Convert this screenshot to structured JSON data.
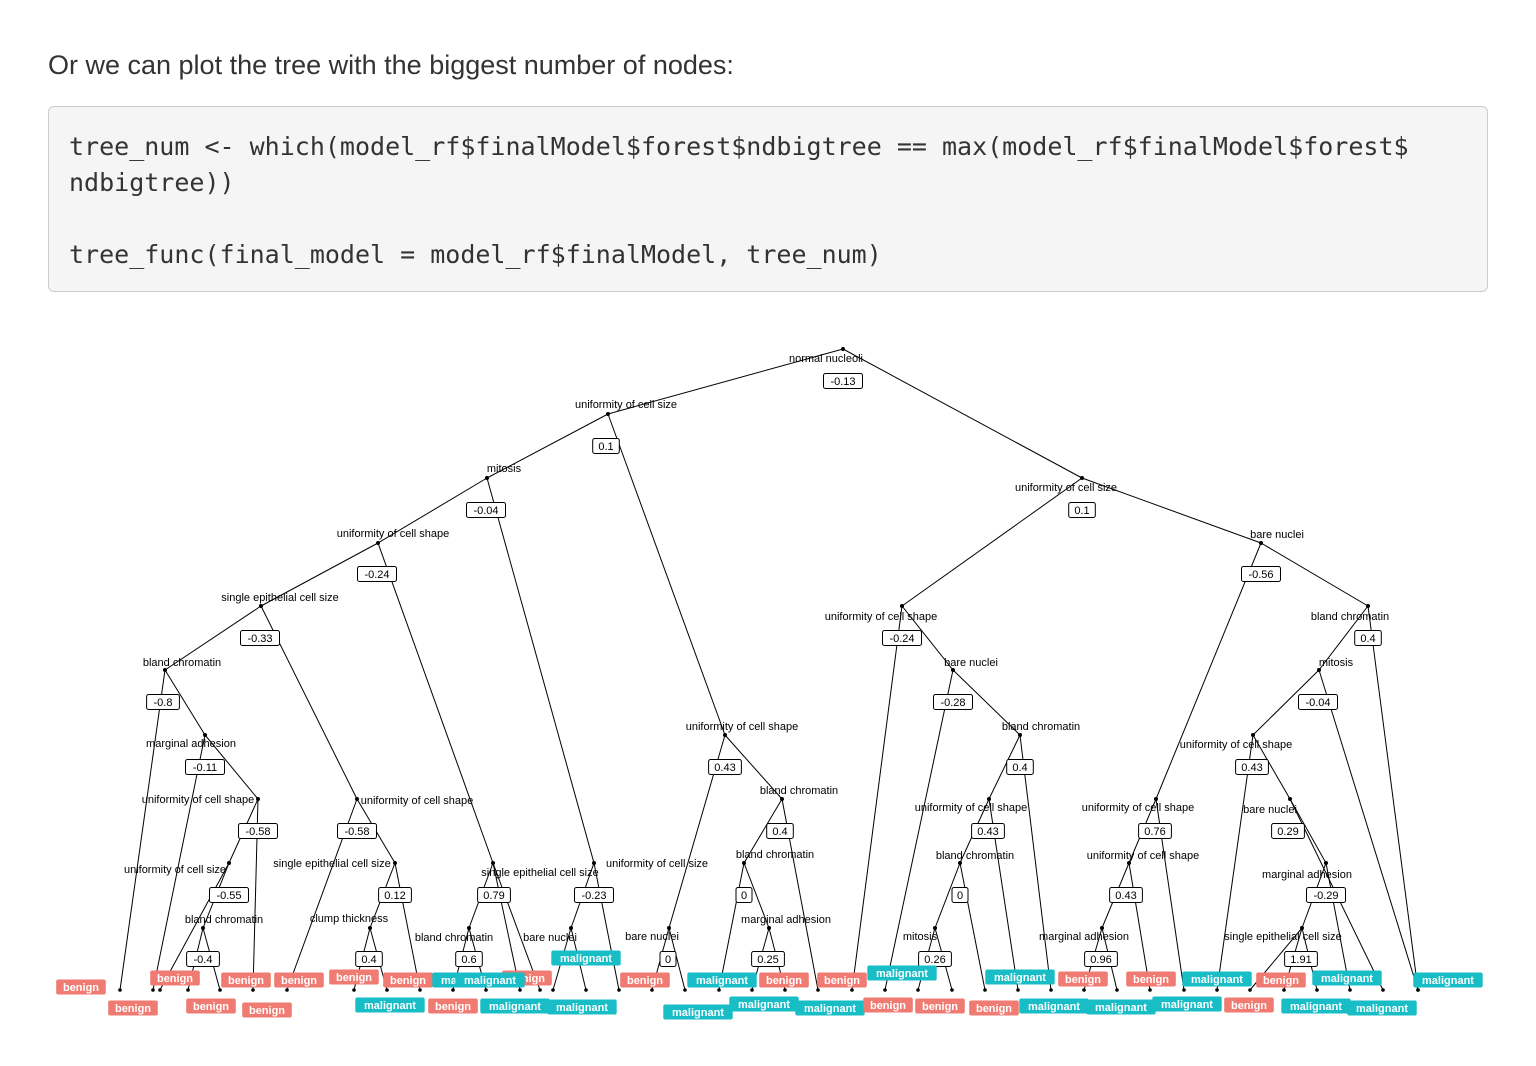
{
  "intro_text": "Or we can plot the tree with the biggest number of nodes:",
  "code": {
    "lines": [
      "tree_num <- which(model_rf$finalModel$forest$ndbigtree == max(model_rf$finalModel$forest$",
      "ndbigtree))",
      "tree_func(final_model = model_rf$finalModel, tree_num)"
    ]
  },
  "colors": {
    "benign": "#f07b73",
    "malignant": "#18bdc6"
  },
  "tree": {
    "split_nodes": [
      {
        "id": "n1",
        "feature": "normal nucleoli",
        "threshold": "-0.13",
        "parent": null
      },
      {
        "id": "n2",
        "feature": "uniformity of cell size",
        "threshold": "0.1",
        "parent": "n1"
      },
      {
        "id": "n3",
        "feature": "uniformity of cell size",
        "threshold": "0.1",
        "parent": "n1"
      },
      {
        "id": "n4",
        "feature": "mitosis",
        "threshold": "-0.04",
        "parent": "n2"
      },
      {
        "id": "n5",
        "feature": "uniformity of cell shape",
        "threshold": "0.43",
        "parent": "n2"
      },
      {
        "id": "n6",
        "feature": "uniformity of cell shape",
        "threshold": "-0.24",
        "parent": "n3"
      },
      {
        "id": "n7",
        "feature": "bare nuclei",
        "threshold": "-0.56",
        "parent": "n3"
      },
      {
        "id": "n8",
        "feature": "uniformity of cell shape",
        "threshold": "-0.24",
        "parent": "n4"
      },
      {
        "id": "n9",
        "feature": "uniformity of cell size",
        "threshold": "-0.23",
        "parent": "n4"
      },
      {
        "id": "n10",
        "feature": "single epithelial cell size",
        "threshold": "-0.33",
        "parent": "n8"
      },
      {
        "id": "n11",
        "feature": "single epithelial cell size",
        "threshold": "0.79",
        "parent": "n8"
      },
      {
        "id": "n12",
        "feature": "bland chromatin",
        "threshold": "-0.8",
        "parent": "n10"
      },
      {
        "id": "n13",
        "feature": "uniformity of cell shape",
        "threshold": "-0.58",
        "parent": "n10"
      },
      {
        "id": "n14",
        "feature": "marginal adhesion",
        "threshold": "-0.11",
        "parent": "n12"
      },
      {
        "id": "n15",
        "feature": "uniformity of cell shape",
        "threshold": "-0.58",
        "parent": "n14"
      },
      {
        "id": "n16",
        "feature": "uniformity of cell size",
        "threshold": "-0.55",
        "parent": "n15"
      },
      {
        "id": "n17",
        "feature": "bland chromatin",
        "threshold": "-0.4",
        "parent": "n16"
      },
      {
        "id": "n18",
        "feature": "single epithelial cell size",
        "threshold": "0.12",
        "parent": "n13"
      },
      {
        "id": "n19",
        "feature": "clump thickness",
        "threshold": "0.4",
        "parent": "n18"
      },
      {
        "id": "n20",
        "feature": "bland chromatin",
        "threshold": "0.6",
        "parent": "n11"
      },
      {
        "id": "n21",
        "feature": "bare nuclei",
        "threshold": "",
        "parent": "n9"
      },
      {
        "id": "n22",
        "feature": "bare nuclei",
        "threshold": "0",
        "parent": "n5"
      },
      {
        "id": "n23",
        "feature": "bland chromatin",
        "threshold": "0.4",
        "parent": "n5"
      },
      {
        "id": "n24",
        "feature": "bland chromatin",
        "threshold": "0",
        "parent": "n23"
      },
      {
        "id": "n25",
        "feature": "marginal adhesion",
        "threshold": "0.25",
        "parent": "n24"
      },
      {
        "id": "n26",
        "feature": "bare nuclei",
        "threshold": "-0.28",
        "parent": "n6"
      },
      {
        "id": "n27",
        "feature": "bland chromatin",
        "threshold": "0.4",
        "parent": "n26"
      },
      {
        "id": "n28",
        "feature": "uniformity of cell shape",
        "threshold": "0.43",
        "parent": "n27"
      },
      {
        "id": "n29",
        "feature": "bland chromatin",
        "threshold": "0",
        "parent": "n28"
      },
      {
        "id": "n30",
        "feature": "mitosis",
        "threshold": "0.26",
        "parent": "n29"
      },
      {
        "id": "n31",
        "feature": "uniformity of cell shape",
        "threshold": "0.76",
        "parent": "n7"
      },
      {
        "id": "n32",
        "feature": "uniformity of cell shape",
        "threshold": "0.43",
        "parent": "n31"
      },
      {
        "id": "n33",
        "feature": "marginal adhesion",
        "threshold": "0.96",
        "parent": "n32"
      },
      {
        "id": "n34",
        "feature": "bland chromatin",
        "threshold": "0.4",
        "parent": "n7"
      },
      {
        "id": "n35",
        "feature": "mitosis",
        "threshold": "-0.04",
        "parent": "n34"
      },
      {
        "id": "n36",
        "feature": "uniformity of cell shape",
        "threshold": "0.43",
        "parent": "n35"
      },
      {
        "id": "n37",
        "feature": "bare nuclei",
        "threshold": "0.29",
        "parent": "n36"
      },
      {
        "id": "n38",
        "feature": "marginal adhesion",
        "threshold": "-0.29",
        "parent": "n37"
      },
      {
        "id": "n39",
        "feature": "single epithelial cell size",
        "threshold": "1.91",
        "parent": "n38"
      }
    ],
    "leaves": [
      {
        "parent": "n12",
        "prediction": "benign"
      },
      {
        "parent": "n14",
        "prediction": "benign"
      },
      {
        "parent": "n16",
        "prediction": "benign"
      },
      {
        "parent": "n17",
        "prediction": "benign"
      },
      {
        "parent": "n17",
        "prediction": "benign"
      },
      {
        "parent": "n15",
        "prediction": "benign"
      },
      {
        "parent": "n13",
        "prediction": "benign"
      },
      {
        "parent": "n19",
        "prediction": "benign"
      },
      {
        "parent": "n19",
        "prediction": "malignant"
      },
      {
        "parent": "n18",
        "prediction": "benign"
      },
      {
        "parent": "n20",
        "prediction": "benign"
      },
      {
        "parent": "n20",
        "prediction": "malignant"
      },
      {
        "parent": "n11",
        "prediction": "malignant"
      },
      {
        "parent": "n11",
        "prediction": "benign"
      },
      {
        "parent": "n21",
        "prediction": "malignant"
      },
      {
        "parent": "n21",
        "prediction": "malignant"
      },
      {
        "parent": "n9",
        "prediction": "malignant"
      },
      {
        "parent": "n22",
        "prediction": "benign"
      },
      {
        "parent": "n22",
        "prediction": "malignant"
      },
      {
        "parent": "n24",
        "prediction": "malignant"
      },
      {
        "parent": "n25",
        "prediction": "malignant"
      },
      {
        "parent": "n25",
        "prediction": "benign"
      },
      {
        "parent": "n23",
        "prediction": "malignant"
      },
      {
        "parent": "n6",
        "prediction": "benign"
      },
      {
        "parent": "n26",
        "prediction": "benign"
      },
      {
        "parent": "n30",
        "prediction": "malignant"
      },
      {
        "parent": "n30",
        "prediction": "benign"
      },
      {
        "parent": "n29",
        "prediction": "benign"
      },
      {
        "parent": "n28",
        "prediction": "malignant"
      },
      {
        "parent": "n27",
        "prediction": "malignant"
      },
      {
        "parent": "n33",
        "prediction": "malignant"
      },
      {
        "parent": "n33",
        "prediction": "benign"
      },
      {
        "parent": "n32",
        "prediction": "benign"
      },
      {
        "parent": "n31",
        "prediction": "malignant"
      },
      {
        "parent": "n36",
        "prediction": "malignant"
      },
      {
        "parent": "n39",
        "prediction": "benign"
      },
      {
        "parent": "n39",
        "prediction": "benign"
      },
      {
        "parent": "n39",
        "prediction": "malignant"
      },
      {
        "parent": "n38",
        "prediction": "malignant"
      },
      {
        "parent": "n37",
        "prediction": "malignant"
      },
      {
        "parent": "n35",
        "prediction": "malignant"
      },
      {
        "parent": "n34",
        "prediction": "malignant"
      }
    ]
  }
}
